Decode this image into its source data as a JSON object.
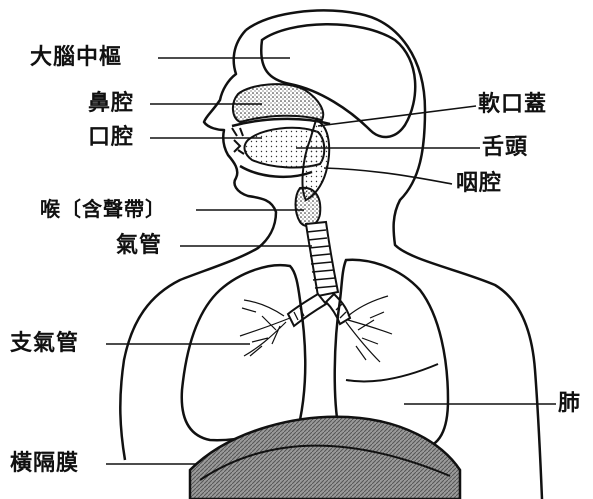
{
  "labels": {
    "brain_center": "大腦中樞",
    "nasal_cavity": "鼻腔",
    "oral_cavity": "口腔",
    "larynx": "喉〔含聲帶〕",
    "trachea": "氣管",
    "bronchi": "支氣管",
    "diaphragm": "橫隔膜",
    "soft_palate": "軟口蓋",
    "tongue": "舌頭",
    "pharynx": "咽腔",
    "lung": "肺"
  },
  "colors": {
    "ink": "#111111",
    "background": "#ffffff",
    "diaphragm_fill": "#8a8a8a"
  }
}
